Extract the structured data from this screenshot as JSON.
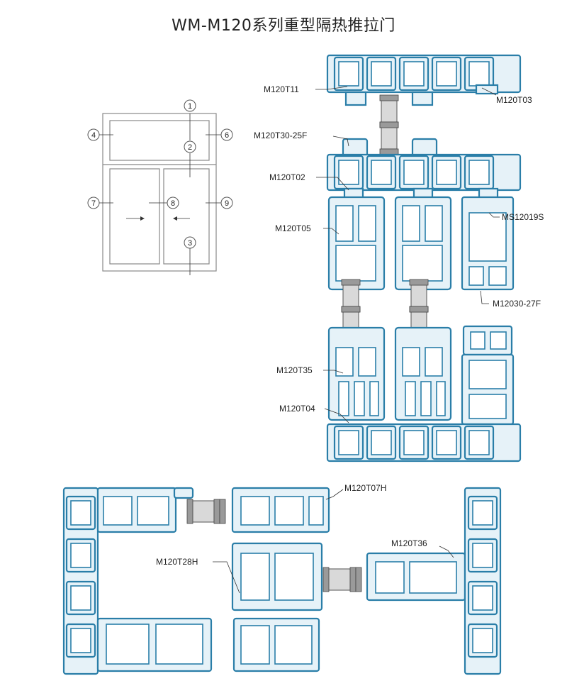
{
  "title": "WM-M120系列重型隔热推拉门",
  "elevation": {
    "numbers": [
      "1",
      "2",
      "3",
      "4",
      "6",
      "7",
      "8",
      "9"
    ]
  },
  "labels": {
    "t11": "M120T11",
    "t03": "M120T03",
    "t30": "M120T30-25F",
    "t02": "M120T02",
    "t05": "M120T05",
    "ms12019s": "MS12019S",
    "m12030": "M12030-27F",
    "t35": "M120T35",
    "t04": "M120T04",
    "t07h": "M120T07H",
    "t36": "M120T36",
    "t28h": "M120T28H"
  },
  "colors": {
    "profile_stroke": "#2a7ea8",
    "profile_fill": "#e6f2f8"
  }
}
